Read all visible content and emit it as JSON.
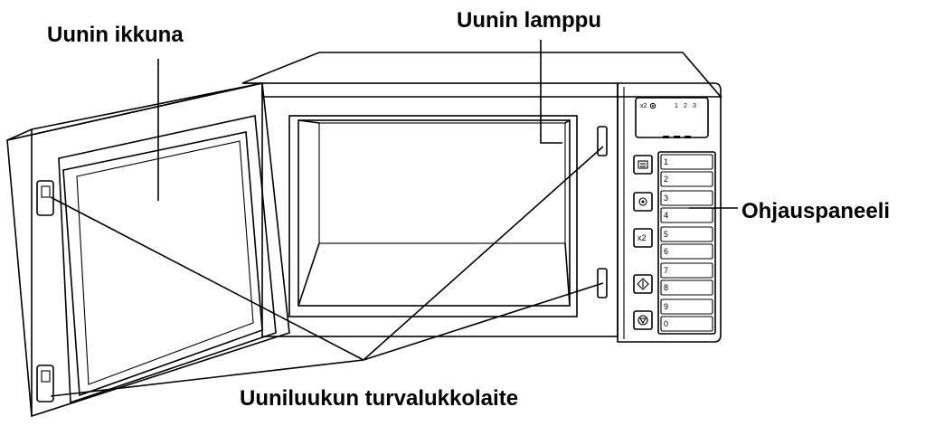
{
  "labels": {
    "window": "Uunin ikkuna",
    "lamp": "Uunin lamppu",
    "control_panel": "Ohjauspaneeli",
    "door_safety_lock": "Uuniluukun turvalukkolaite"
  },
  "panel": {
    "display_marks": [
      "x2",
      "1",
      "2",
      "3"
    ],
    "number_buttons": [
      "1",
      "2",
      "3",
      "4",
      "5",
      "6",
      "7",
      "8",
      "9",
      "0"
    ],
    "function_buttons": [
      {
        "icon": "menu-icon"
      },
      {
        "icon": "power-icon"
      },
      {
        "text": "x2"
      },
      {
        "icon": "start-icon"
      },
      {
        "icon": "stop-icon"
      }
    ]
  }
}
